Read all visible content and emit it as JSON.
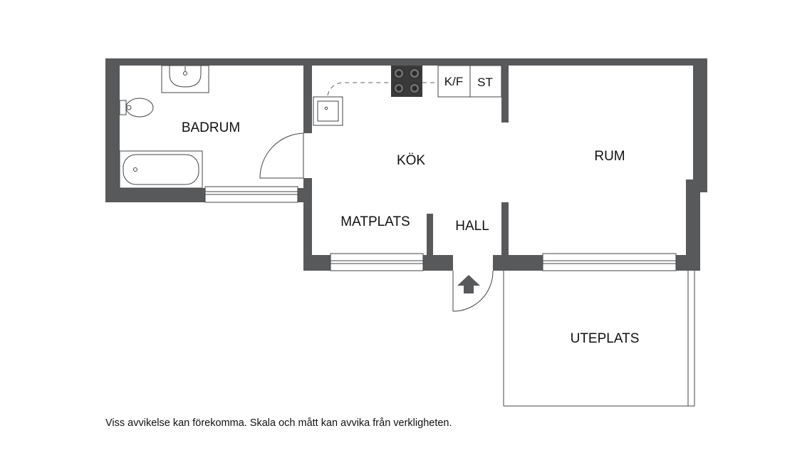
{
  "rooms": {
    "badrum": "BADRUM",
    "kok": "KÖK",
    "rum": "RUM",
    "matplats": "MATPLATS",
    "hall": "HALL",
    "uteplats": "UTEPLATS"
  },
  "appliances": {
    "kf": "K/F",
    "st": "ST"
  },
  "disclaimer": "Viss avvikelse kan förekomma. Skala och mått kan avvika från verkligheten.",
  "colors": {
    "wall": "#58595b",
    "line": "#444444",
    "background": "#ffffff"
  },
  "icons": {
    "entrance": "entrance-arrow-icon",
    "stove": "stove-icon",
    "sink": "sink-icon",
    "toilet": "toilet-icon",
    "bathtub": "bathtub-icon",
    "washbasin": "washbasin-icon"
  }
}
